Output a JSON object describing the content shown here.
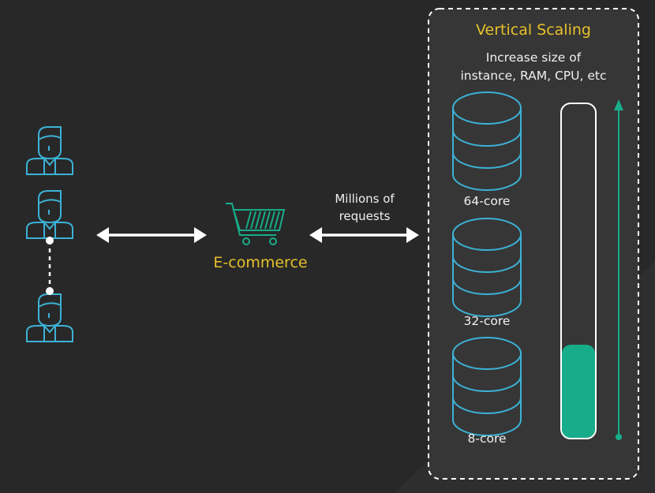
{
  "colors": {
    "background": "#282828",
    "panel": "#363636",
    "icon_stroke": "#3cb2d6",
    "accent_green": "#17ad8a",
    "title_yellow": "#e6c12b",
    "text": "#f0f0f0"
  },
  "left": {
    "users_icon": "user-icon",
    "user_count_shown": 3
  },
  "center": {
    "icon": "shopping-cart-icon",
    "label": "E-commerce",
    "requests_line1": "Millions of",
    "requests_line2": "requests"
  },
  "panel": {
    "title": "Vertical Scaling",
    "desc_line1": "Increase size of",
    "desc_line2": "instance, RAM, CPU, etc",
    "servers": [
      {
        "label": "64-core",
        "icon": "database-icon"
      },
      {
        "label": "32-core",
        "icon": "database-icon"
      },
      {
        "label": "8-core",
        "icon": "database-icon"
      }
    ],
    "capacity_fill_fraction": 0.28
  }
}
